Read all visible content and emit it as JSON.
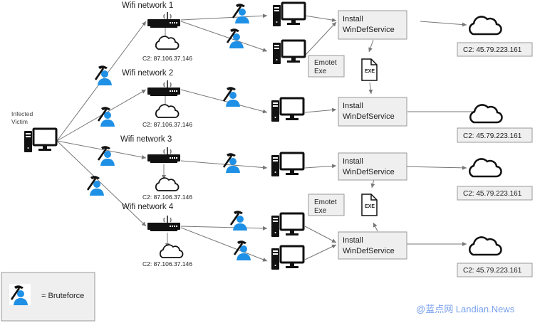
{
  "diagram": {
    "victim": {
      "label_line1": "Infected",
      "label_line2": "Victim"
    },
    "networks": [
      {
        "title": "Wifi network 1",
        "local_c2": "C2: 87.106.37.146"
      },
      {
        "title": "Wifi network 2",
        "local_c2": "C2: 87.106.37.146"
      },
      {
        "title": "Wifi network 3",
        "local_c2": "C2: 87.106.37.146"
      },
      {
        "title": "Wifi network 4",
        "local_c2": "C2: 87.106.37.146"
      }
    ],
    "install_boxes": [
      {
        "line1": "Install",
        "line2": "WinDefService"
      },
      {
        "line1": "Install",
        "line2": "WinDefService"
      },
      {
        "line1": "Install",
        "line2": "WinDefService"
      },
      {
        "line1": "Install",
        "line2": "WinDefService"
      }
    ],
    "emotet_boxes": [
      {
        "line1": "Emotet",
        "line2": "Exe"
      },
      {
        "line1": "Emotet",
        "line2": "Exe"
      }
    ],
    "exe_icon_label": "EXE",
    "remote_c2": [
      "C2: 45.79.223.161",
      "C2: 45.79.223.161",
      "C2: 45.79.223.161",
      "C2: 45.79.223.161"
    ],
    "legend": {
      "label": "= Bruteforce"
    },
    "watermark": "@蓝点网 Landian.News",
    "colors": {
      "person": "#1e90e6",
      "icon": "#111111",
      "box_fill": "#efefef",
      "edge": "#777777"
    }
  }
}
